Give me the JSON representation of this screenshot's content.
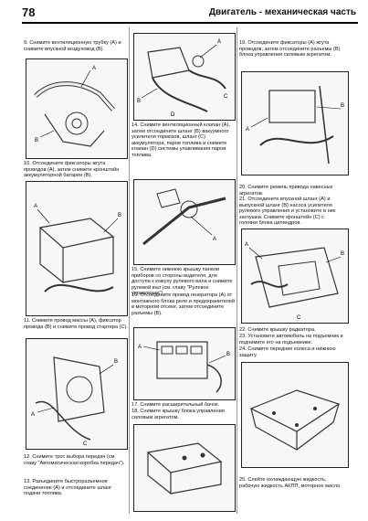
{
  "header": {
    "page_number": "78",
    "title": "Двигатель - механическая часть"
  },
  "steps": {
    "s9": "9. Снимите вентиляционную трубку (A) и снимите впускной воздуховод (B).",
    "s10": "10. Отсоедините фиксаторы жгута проводов (A), затем снимите кронштейн аккумуляторной батареи (B).",
    "s11": "11. Снимите провод массы (A), фиксатор провода (B) и снимите провод стартера (C).",
    "s12": "12. Снимите трос выбора передач (см. главу \"Автоматическая коробка передач\").",
    "s13": "13. Разъедините быстроразъемное соединение (A) и отсоедините шланг подачи топлива.",
    "s14": "14. Снимите вентиляционный клапан (A), затем отсоедините шланг (B) вакуумного усилителя тормозов, шланг (C) аккумулятора, паров топлива и снимите клапан (D) системы улавливания паров топлива.",
    "s15": "15. Снимите нижнюю крышку панели приборов со стороны водителя, для доступа к кожуху рулевого вала и снимите рулевой вал (см. главу \"Рулевое управление\").",
    "s16": "16. Отсоедините провод генератора (A) от монтажного блока реле и предохранителей в моторном отсеке, затем отсоедините разъемы (B).",
    "s17": "17. Снимите расширительный бачок.",
    "s18": "18. Снимите крышку блока управления силовым агрегатом.",
    "s19": "19. Отсоедините фиксаторы (A) жгута проводов, затем отсоедините разъемы (B) блока управления силовым агрегатом.",
    "s20": "20. Снимите ремень привода навесных агрегатов.",
    "s21": "21. Отсоедините впускной шланг (A) и выпускной шланг (B) насоса усилителя рулевого управления и установите в них заглушки. Снимите кронштейн (C) с головки блока цилиндров.",
    "s22": "22. Снимите крышку радиатора.",
    "s23": "23. Установите автомобиль на подъемник и поднимите его на подъемнике.",
    "s24": "24. Снимите передние колеса и нижнюю защиту.",
    "s25": "25. Слейте охлаждающую жидкость, рабочую жидкость АКПП, моторное масло."
  },
  "callouts": {
    "a": "A",
    "b": "B",
    "c": "C",
    "d": "D"
  }
}
